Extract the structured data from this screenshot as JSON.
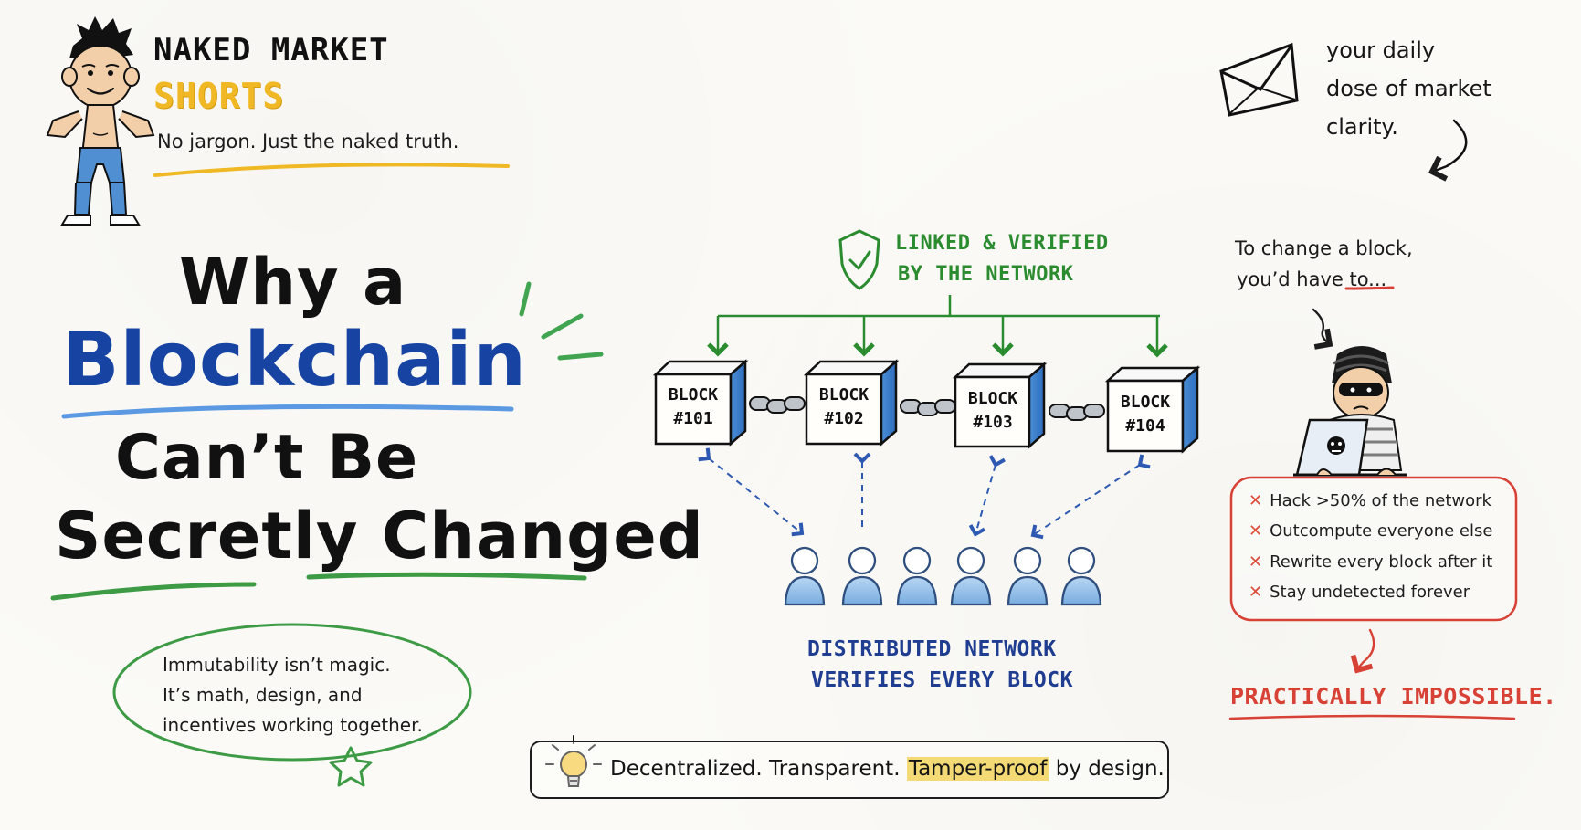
{
  "brand": {
    "title": "NAKED MARKET",
    "subtitle": "SHORTS",
    "tagline": "No jargon. Just the naked truth."
  },
  "newsletter": {
    "lines": [
      "your daily",
      "dose of market",
      "clarity."
    ],
    "icon": "envelope-icon"
  },
  "headline": {
    "line1": "Why a",
    "line2": "Blockchain",
    "line3": "Can’t Be",
    "line4": "Secretly Changed"
  },
  "note_bubble": {
    "lines": [
      "Immutability isn’t magic.",
      "It’s math, design, and",
      "incentives working together."
    ]
  },
  "verification": {
    "label_lines": [
      "LINKED & VERIFIED",
      "BY THE NETWORK"
    ],
    "icon": "shield-check-icon"
  },
  "blocks": [
    {
      "top": "BLOCK",
      "bottom": "#101"
    },
    {
      "top": "BLOCK",
      "bottom": "#102"
    },
    {
      "top": "BLOCK",
      "bottom": "#103"
    },
    {
      "top": "BLOCK",
      "bottom": "#104"
    }
  ],
  "network": {
    "label_lines": [
      "DISTRIBUTED NETWORK",
      "VERIFIES EVERY BLOCK"
    ],
    "nodes_count": "6"
  },
  "attack": {
    "intro_lines": [
      "To change a block,",
      "you’d have to..."
    ],
    "items": [
      "Hack >50% of the network",
      "Outcompute everyone else",
      "Rewrite every block after it",
      "Stay undetected forever"
    ],
    "conclusion": "PRACTICALLY IMPOSSIBLE."
  },
  "bottom_banner": {
    "prefix": "Decentralized. Transparent. ",
    "highlight": "Tamper-proof",
    "suffix": " by design.",
    "icon": "lightbulb-icon"
  },
  "colors": {
    "background": "#fbfaf6",
    "ink": "#151515",
    "accent_blue": "#1744a3",
    "accent_green": "#2a8b2f",
    "accent_red": "#d84135",
    "accent_yellow": "#f0b824"
  }
}
